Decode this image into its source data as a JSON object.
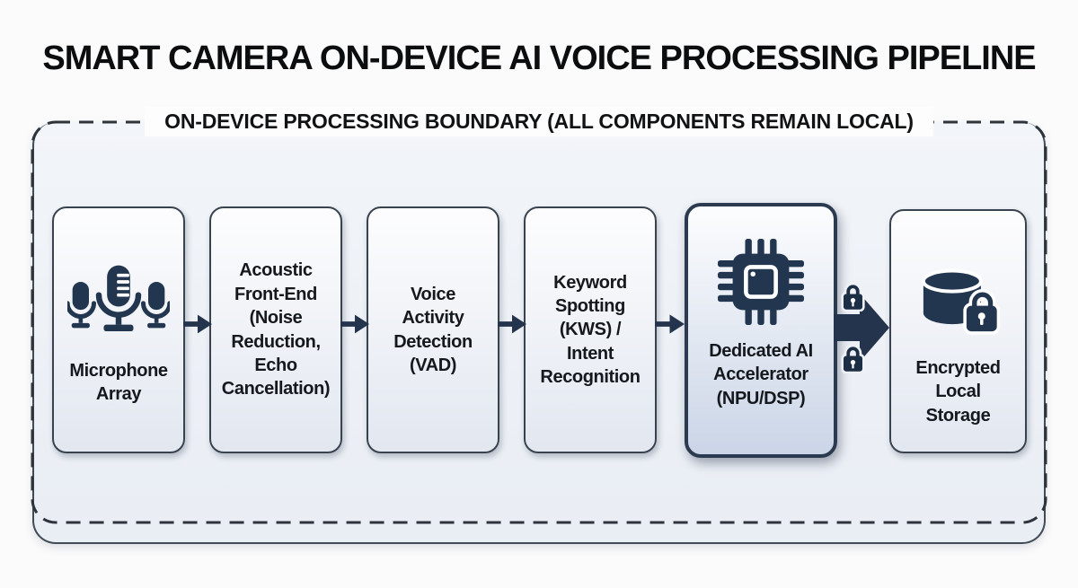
{
  "title": "SMART CAMERA ON-DEVICE AI VOICE PROCESSING PIPELINE",
  "boundary": {
    "label": "ON-DEVICE PROCESSING BOUNDARY (ALL COMPONENTS REMAIN LOCAL)"
  },
  "pipeline": {
    "nodes": [
      {
        "id": "microphone-array",
        "label": "Microphone\nArray",
        "icon": "microphone-array-icon",
        "emphasis": false
      },
      {
        "id": "acoustic-front-end",
        "label": "Acoustic\nFront-End\n(Noise\nReduction,\nEcho\nCancellation)",
        "icon": null,
        "emphasis": false
      },
      {
        "id": "voice-activity-detection",
        "label": "Voice\nActivity\nDetection\n(VAD)",
        "icon": null,
        "emphasis": false
      },
      {
        "id": "keyword-spotting-intent",
        "label": "Keyword\nSpotting\n(KWS) /\nIntent\nRecognition",
        "icon": null,
        "emphasis": false
      },
      {
        "id": "dedicated-ai-accelerator",
        "label": "Dedicated AI\nAccelerator\n(NPU/DSP)",
        "icon": "chip-icon",
        "emphasis": true
      },
      {
        "id": "encrypted-local-storage",
        "label": "Encrypted\nLocal\nStorage",
        "icon": "database-lock-icon",
        "emphasis": false
      }
    ],
    "secure_transfer": {
      "icon": "lock-icon",
      "lock_count": 2,
      "between": [
        "dedicated-ai-accelerator",
        "encrypted-local-storage"
      ]
    }
  },
  "colors": {
    "navy": "#223650",
    "box-border": "#39434f",
    "box-border-strong": "#2c3a50",
    "text": "#15181d",
    "dash": "#2e343c",
    "page-bg": "#fbfbfc"
  }
}
